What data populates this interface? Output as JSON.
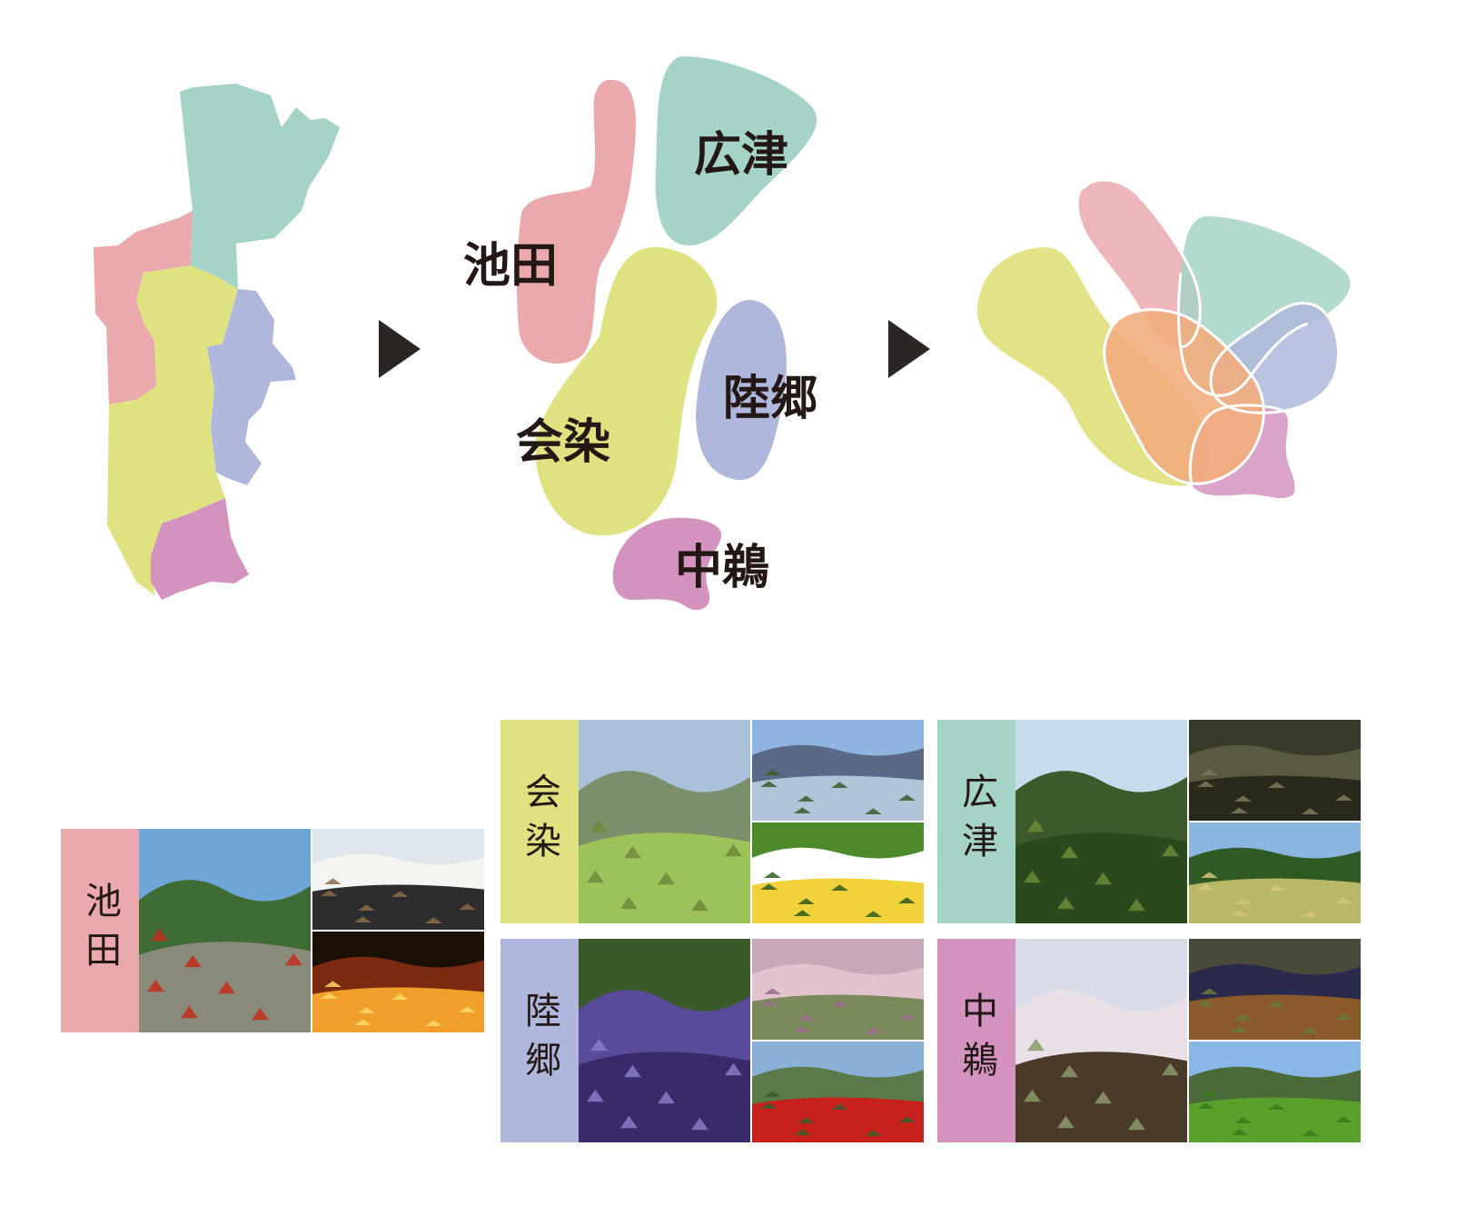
{
  "regions": {
    "ikeda": {
      "name": "池田",
      "color": "#eaa9ad"
    },
    "hirotsu": {
      "name": "広津",
      "color": "#a6d3c7"
    },
    "aizome": {
      "name": "会染",
      "color": "#dfe280"
    },
    "rikugo": {
      "name": "陸郷",
      "color": "#afb8dc"
    },
    "nakau": {
      "name": "中鵜",
      "color": "#d493bf"
    }
  },
  "arrow_icon": "play-triangle-icon",
  "photo_cards": [
    {
      "region": "ikeda",
      "label": "池田",
      "photos": [
        "torii-shrine-photo",
        "white-storehouse-photo",
        "lantern-festival-photo"
      ]
    },
    {
      "region": "aizome",
      "label": "会染",
      "photos": [
        "aerial-rice-fields-photo",
        "mountain-paddies-photo",
        "chamomile-bee-photo"
      ]
    },
    {
      "region": "hirotsu",
      "label": "広津",
      "photos": [
        "forest-hills-photo",
        "stone-statues-photo",
        "terraced-fields-photo"
      ]
    },
    {
      "region": "rikugo",
      "label": "陸郷",
      "photos": [
        "lavender-bee-photo",
        "cherry-hillside-hikers-photo",
        "red-bridge-photo"
      ]
    },
    {
      "region": "nakau",
      "label": "中鵜",
      "photos": [
        "cherry-tree-avenue-photo",
        "grape-vine-photo",
        "green-paddy-photo"
      ]
    }
  ]
}
